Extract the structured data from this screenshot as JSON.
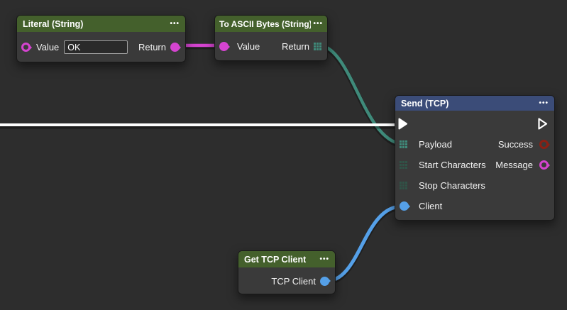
{
  "colors": {
    "background": "#2d2d2d",
    "node_body": "#3a3a3a",
    "header_green": "#44602c",
    "header_blue": "#3b4c78",
    "string_magenta": "#d544d0",
    "byte_array_teal": "#3f8a7a",
    "tcp_client_blue": "#55a0e8",
    "boolean_dark_red": "#8a2014",
    "exec_wire_white": "#ffffff"
  },
  "nodes": {
    "literal": {
      "title": "Literal (String)",
      "menu": "•••",
      "value_label": "Value",
      "value_input": "OK",
      "return_label": "Return"
    },
    "to_ascii": {
      "title": "To ASCII Bytes (String)",
      "menu": "•••",
      "value_label": "Value",
      "return_label": "Return"
    },
    "send": {
      "title": "Send (TCP)",
      "menu": "•••",
      "inputs": [
        "Payload",
        "Start Characters",
        "Stop Characters",
        "Client"
      ],
      "outputs": [
        "Success",
        "Message"
      ]
    },
    "get_tcp_client": {
      "title": "Get TCP Client",
      "menu": "•••",
      "output_label": "TCP Client"
    }
  }
}
